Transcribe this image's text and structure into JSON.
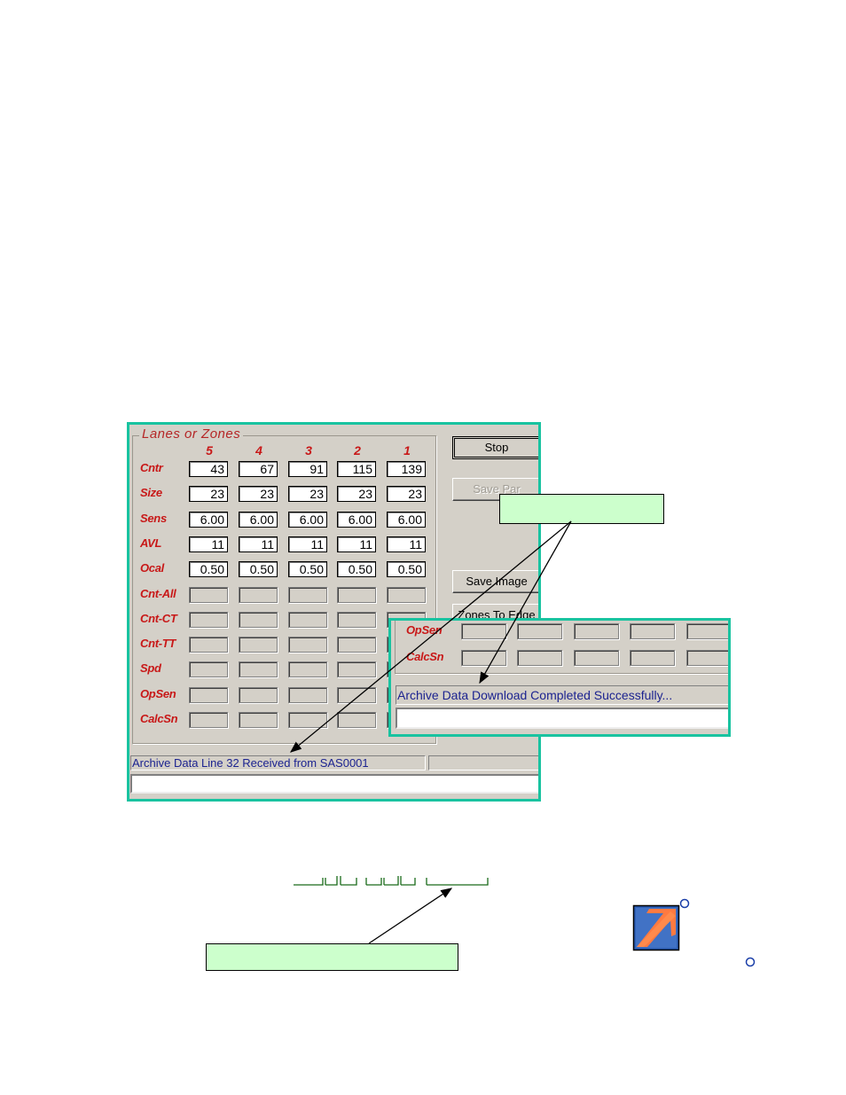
{
  "main_window": {
    "group_title": "Lanes or Zones",
    "columns": [
      "5",
      "4",
      "3",
      "2",
      "1"
    ],
    "rows": [
      {
        "label": "Cntr",
        "values": [
          "43",
          "67",
          "91",
          "115",
          "139"
        ]
      },
      {
        "label": "Size",
        "values": [
          "23",
          "23",
          "23",
          "23",
          "23"
        ]
      },
      {
        "label": "Sens",
        "values": [
          "6.00",
          "6.00",
          "6.00",
          "6.00",
          "6.00"
        ]
      },
      {
        "label": "AVL",
        "values": [
          "11",
          "11",
          "11",
          "11",
          "11"
        ]
      },
      {
        "label": "Ocal",
        "values": [
          "0.50",
          "0.50",
          "0.50",
          "0.50",
          "0.50"
        ]
      },
      {
        "label": "Cnt-All",
        "values": [
          "",
          "",
          "",
          "",
          ""
        ]
      },
      {
        "label": "Cnt-CT",
        "values": [
          "",
          "",
          "",
          "",
          ""
        ]
      },
      {
        "label": "Cnt-TT",
        "values": [
          "",
          "",
          "",
          "",
          ""
        ]
      },
      {
        "label": "Spd",
        "values": [
          "",
          "",
          "",
          "",
          ""
        ]
      },
      {
        "label": "OpSen",
        "values": [
          "",
          "",
          "",
          "",
          ""
        ]
      },
      {
        "label": "CalcSn",
        "values": [
          "",
          "",
          "",
          "",
          ""
        ]
      }
    ],
    "buttons": {
      "stop": "Stop",
      "save_par": "Save Par",
      "save_image": "Save Image",
      "zones_to_edge": "Zones To Edge"
    },
    "status_text": "Archive Data Line 32 Received from SAS0001",
    "input_value": ""
  },
  "zoom_window": {
    "rows": [
      {
        "label": "OpSen"
      },
      {
        "label": "CalcSn"
      }
    ],
    "status_text": "Archive Data Download Completed Successfully...",
    "input_value": ""
  },
  "colors": {
    "window_border": "#19c3a0",
    "label_red": "#c81818",
    "status_blue": "#1c2390",
    "callout_fill": "#ccffcc"
  },
  "icons": {
    "app_logo": "blue-square-orange-arrow-icon"
  }
}
